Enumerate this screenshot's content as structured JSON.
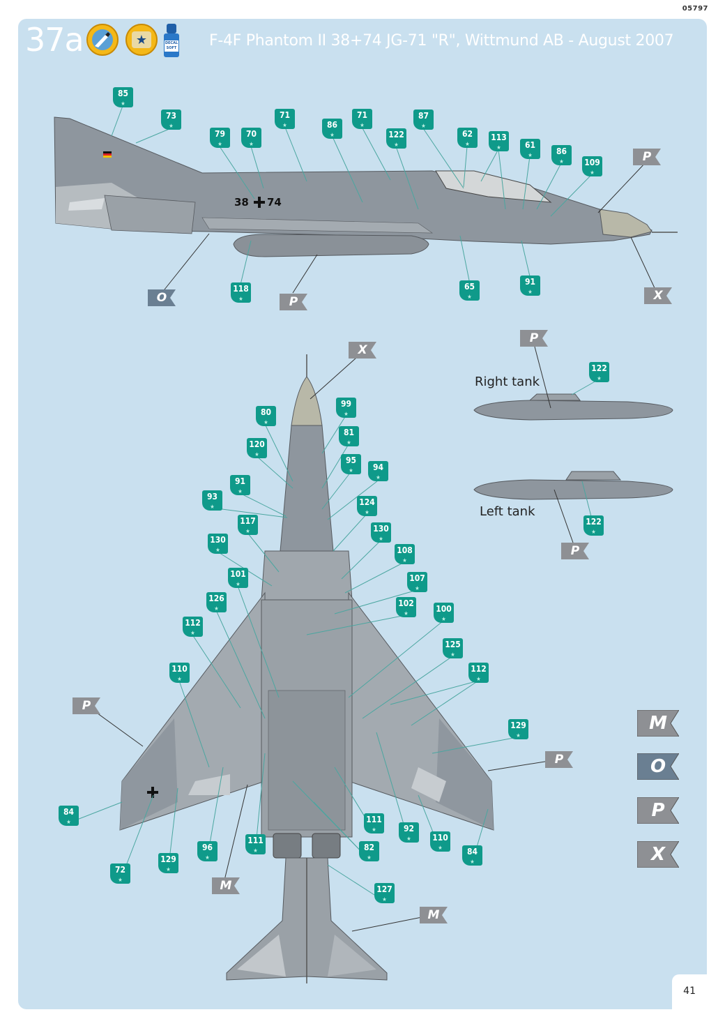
{
  "document_code": "05797",
  "page_number": "41",
  "step": {
    "number": "37a",
    "title": "F-4F Phantom II 38+74 JG-71 \"R\", Wittmund AB - August 2007",
    "bottle_label": "DECAL SOFT"
  },
  "aircraft": {
    "side_serial_left": "38",
    "side_serial_right": "74"
  },
  "tanks": {
    "right_label": "Right tank",
    "left_label": "Left tank"
  },
  "side_view_decals": [
    "85",
    "73",
    "79",
    "70",
    "71",
    "86",
    "71",
    "122",
    "87",
    "62",
    "113",
    "61",
    "86",
    "109",
    "118",
    "65",
    "91"
  ],
  "top_view_decals": [
    "80",
    "99",
    "120",
    "81",
    "95",
    "94",
    "91",
    "93",
    "124",
    "117",
    "130",
    "130",
    "108",
    "101",
    "107",
    "126",
    "102",
    "100",
    "112",
    "125",
    "112",
    "110",
    "129",
    "84",
    "111",
    "92",
    "110",
    "84",
    "72",
    "129",
    "96",
    "111",
    "82",
    "127"
  ],
  "tank_decals": [
    "122",
    "122"
  ],
  "color_codes": [
    "M",
    "O",
    "P",
    "X"
  ],
  "colors": {
    "background": "#c9e0ef",
    "callout": "#0f9a8a",
    "aircraft_grey": "#8f979f",
    "aircraft_light": "#a6adb3",
    "nose_cone": "#b8b8a8",
    "flag_grey": "#8e9094",
    "flag_blue": "#6a7f92"
  }
}
